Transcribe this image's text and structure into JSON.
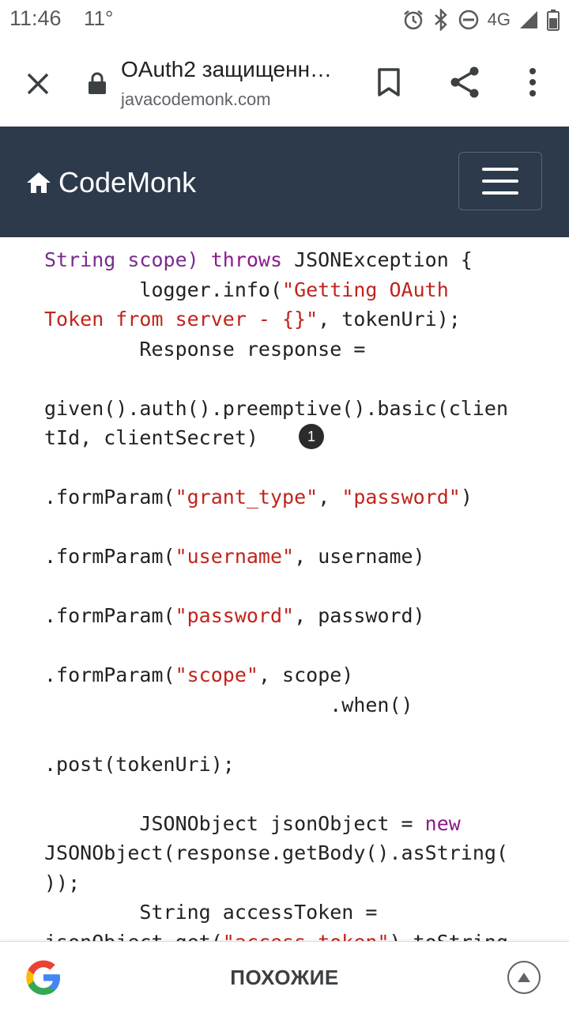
{
  "status_bar": {
    "time": "11:46",
    "temperature": "11°",
    "network": "4G",
    "icons": [
      "alarm-icon",
      "bluetooth-icon",
      "do-not-disturb-icon",
      "signal-icon",
      "battery-icon"
    ]
  },
  "toolbar": {
    "title": "OAuth2 защищенн…",
    "url": "javacodemonk.com",
    "icons": [
      "close-icon",
      "lock-icon",
      "bookmark-icon",
      "share-icon",
      "more-vert-icon"
    ]
  },
  "site": {
    "brand": "CodeMonk",
    "header_color": "#2c3a4b"
  },
  "code": {
    "badge": "1",
    "lines": [
      [
        {
          "t": "String scope) ",
          "c": "kw"
        },
        {
          "t": "throws",
          "c": "kw2"
        },
        {
          "t": " JSONException {",
          "c": ""
        }
      ],
      [
        {
          "t": "        logger.info(",
          "c": ""
        },
        {
          "t": "\"Getting OAuth",
          "c": "str"
        }
      ],
      [
        {
          "t": "Token from server - {}\"",
          "c": "str"
        },
        {
          "t": ", tokenUri);",
          "c": ""
        }
      ],
      [
        {
          "t": "        Response response =",
          "c": ""
        }
      ],
      [
        {
          "t": "",
          "c": ""
        }
      ],
      [
        {
          "t": "given().auth().preemptive().basic(clien",
          "c": ""
        }
      ],
      [
        {
          "t": "tId, clientSecret)",
          "c": ""
        }
      ],
      [
        {
          "t": "",
          "c": ""
        }
      ],
      [
        {
          "t": ".formParam(",
          "c": ""
        },
        {
          "t": "\"grant_type\"",
          "c": "str"
        },
        {
          "t": ", ",
          "c": ""
        },
        {
          "t": "\"password\"",
          "c": "str"
        },
        {
          "t": ")",
          "c": ""
        }
      ],
      [
        {
          "t": "",
          "c": ""
        }
      ],
      [
        {
          "t": ".formParam(",
          "c": ""
        },
        {
          "t": "\"username\"",
          "c": "str"
        },
        {
          "t": ", username)",
          "c": ""
        }
      ],
      [
        {
          "t": "",
          "c": ""
        }
      ],
      [
        {
          "t": ".formParam(",
          "c": ""
        },
        {
          "t": "\"password\"",
          "c": "str"
        },
        {
          "t": ", password)",
          "c": ""
        }
      ],
      [
        {
          "t": "",
          "c": ""
        }
      ],
      [
        {
          "t": ".formParam(",
          "c": ""
        },
        {
          "t": "\"scope\"",
          "c": "str"
        },
        {
          "t": ", scope)",
          "c": ""
        }
      ],
      [
        {
          "t": "                        .when()",
          "c": ""
        }
      ],
      [
        {
          "t": "",
          "c": ""
        }
      ],
      [
        {
          "t": ".post(tokenUri);",
          "c": ""
        }
      ],
      [
        {
          "t": "",
          "c": ""
        }
      ],
      [
        {
          "t": "        JSONObject jsonObject = ",
          "c": ""
        },
        {
          "t": "new",
          "c": "kw2"
        }
      ],
      [
        {
          "t": "JSONObject(response.getBody().asString(",
          "c": ""
        }
      ],
      [
        {
          "t": "));",
          "c": ""
        }
      ],
      [
        {
          "t": "        String accessToken =",
          "c": ""
        }
      ],
      [
        {
          "t": "jsonObject.get(",
          "c": ""
        },
        {
          "t": "\"access_token\"",
          "c": "str"
        },
        {
          "t": ").toString",
          "c": ""
        }
      ]
    ]
  },
  "bottom_bar": {
    "label": "ПОХОЖИЕ"
  }
}
